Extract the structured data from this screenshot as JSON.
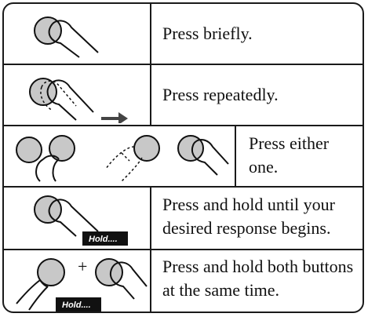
{
  "legend": {
    "rows": [
      {
        "icon": "press-briefly-icon",
        "text": "Press briefly."
      },
      {
        "icon": "press-repeatedly-icon",
        "text": "Press repeatedly."
      },
      {
        "icon": "press-either-icon",
        "text": "Press either one."
      },
      {
        "icon": "press-and-hold-icon",
        "text": "Press and hold until your desired response begins.",
        "badge": "Hold...."
      },
      {
        "icon": "press-both-icon",
        "text": "Press and hold both buttons at the same time.",
        "plus": "+",
        "badge": "Hold...."
      }
    ]
  },
  "colors": {
    "button_fill": "#c8c8c8",
    "badge_fill": "#111111",
    "arrow_fill": "#444444"
  }
}
